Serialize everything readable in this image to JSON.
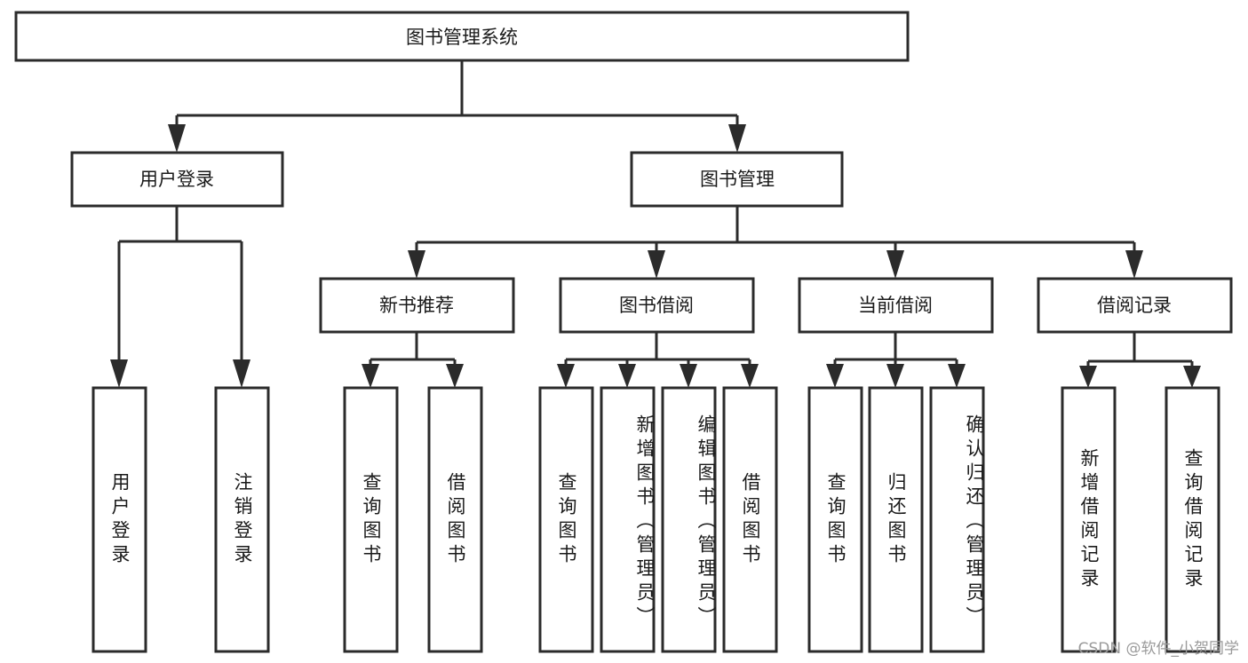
{
  "diagram": {
    "title": "图书管理系统",
    "type": "tree-hierarchy",
    "watermark": "CSDN @软件_小贺同学",
    "colors": {
      "stroke": "#2b2b2b",
      "fill": "#ffffff",
      "text": "#1a1a1a",
      "watermark": "#9a9a9a"
    },
    "root": {
      "label": "图书管理系统",
      "orientation": "horizontal"
    },
    "level2": [
      {
        "label": "用户登录",
        "orientation": "horizontal"
      },
      {
        "label": "图书管理",
        "orientation": "horizontal"
      }
    ],
    "level3": [
      {
        "label": "新书推荐",
        "orientation": "horizontal",
        "parent": "图书管理"
      },
      {
        "label": "图书借阅",
        "orientation": "horizontal",
        "parent": "图书管理"
      },
      {
        "label": "当前借阅",
        "orientation": "horizontal",
        "parent": "图书管理"
      },
      {
        "label": "借阅记录",
        "orientation": "horizontal",
        "parent": "图书管理"
      }
    ],
    "leaves": [
      {
        "label": "用户登录",
        "orientation": "vertical",
        "parent": "用户登录"
      },
      {
        "label": "注销登录",
        "orientation": "vertical",
        "parent": "用户登录"
      },
      {
        "label": "查询图书",
        "orientation": "vertical",
        "parent": "新书推荐"
      },
      {
        "label": "借阅图书",
        "orientation": "vertical",
        "parent": "新书推荐"
      },
      {
        "label": "查询图书",
        "orientation": "vertical",
        "parent": "图书借阅"
      },
      {
        "label": "新增图书（管理员）",
        "orientation": "vertical",
        "parent": "图书借阅"
      },
      {
        "label": "编辑图书（管理员）",
        "orientation": "vertical",
        "parent": "图书借阅"
      },
      {
        "label": "借阅图书",
        "orientation": "vertical",
        "parent": "图书借阅"
      },
      {
        "label": "查询图书",
        "orientation": "vertical",
        "parent": "当前借阅"
      },
      {
        "label": "归还图书",
        "orientation": "vertical",
        "parent": "当前借阅"
      },
      {
        "label": "确认归还（管理员）",
        "orientation": "vertical",
        "parent": "当前借阅"
      },
      {
        "label": "新增借阅记录",
        "orientation": "vertical",
        "parent": "借阅记录"
      },
      {
        "label": "查询借阅记录",
        "orientation": "vertical",
        "parent": "借阅记录"
      }
    ]
  }
}
